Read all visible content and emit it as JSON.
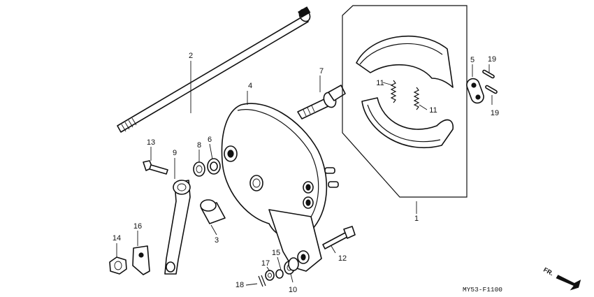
{
  "callouts": {
    "c1": "1",
    "c2": "2",
    "c3": "3",
    "c4": "4",
    "c5": "5",
    "c6": "6",
    "c7": "7",
    "c8": "8",
    "c9": "9",
    "c10": "10",
    "c11a": "11",
    "c11b": "11",
    "c12": "12",
    "c13": "13",
    "c14": "14",
    "c15": "15",
    "c16": "16",
    "c17": "17",
    "c18": "18",
    "c19a": "19",
    "c19b": "19"
  },
  "diagram_code": "MY53-F1100",
  "direction": {
    "label": "FR."
  }
}
